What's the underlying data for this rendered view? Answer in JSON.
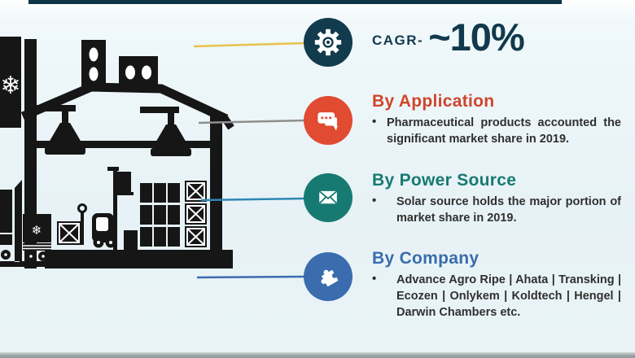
{
  "page": {
    "background_top": "#ffffff",
    "background_main": "#e7f2f6",
    "top_bar_color": "#0f3648",
    "bottom_bar_color": "#9aa5a7",
    "bullet_glyph": "•"
  },
  "cagr": {
    "label": "CAGR-",
    "value": "~10%",
    "text_color": "#12394d",
    "circle_color": "#123b4e",
    "icon": "gear-icon",
    "connector_color": "#e7c24b"
  },
  "sections": [
    {
      "heading": "By Application",
      "heading_color": "#d0452c",
      "circle_color": "#e04b31",
      "icon": "chat-bubbles-icon",
      "connector_color": "#8e8e8e",
      "bullet": "Pharmaceutical products accounted the significant  market share in 2019."
    },
    {
      "heading": "By Power Source",
      "heading_color": "#177a72",
      "circle_color": "#177a72",
      "icon": "envelope-icon",
      "connector_color": "#2e86b5",
      "bullet": "Solar source holds the major portion of market share in 2019."
    },
    {
      "heading": "By Company",
      "heading_color": "#3a6cae",
      "circle_color": "#3a6cae",
      "icon": "puzzle-piece-icon",
      "connector_color": "#3a6cae",
      "bullet": "Advance Agro Ripe | Ahata | Transking | Ecozen | Onlykem | Koldtech | Hengel | Darwin Chambers etc."
    }
  ],
  "chart_data": {
    "type": "table",
    "title": "Market infographic highlights",
    "rows": [
      [
        "CAGR",
        "~10%"
      ],
      [
        "By Application",
        "Pharmaceutical products accounted the significant market share in 2019."
      ],
      [
        "By Power Source",
        "Solar source holds the major portion of market share in 2019."
      ],
      [
        "By Company",
        "Advance Agro Ripe | Ahata | Transking | Ecozen | Onlykem | Koldtech | Hengel | Darwin Chambers etc."
      ]
    ]
  },
  "illustration": {
    "name": "cold-storage-warehouse-silhouette",
    "color": "#161616",
    "snowflake_glyph": "❄"
  }
}
